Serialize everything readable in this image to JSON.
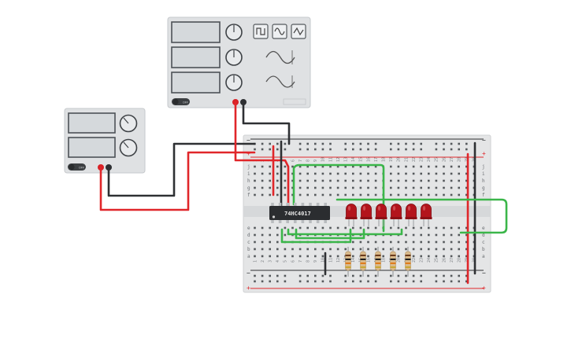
{
  "chip": {
    "label": "74HC4017"
  },
  "power_supply": {
    "switch_label": "OFF"
  },
  "function_generator": {
    "switch_label": "OFF"
  },
  "breadboard": {
    "row_labels_top": [
      "j",
      "i",
      "h",
      "g",
      "f"
    ],
    "row_labels_bottom": [
      "e",
      "d",
      "c",
      "b",
      "a"
    ],
    "column_numbers": [
      "1",
      "2",
      "3",
      "4",
      "5",
      "6",
      "7",
      "8",
      "9",
      "10",
      "11",
      "12",
      "13",
      "14",
      "15",
      "16",
      "17",
      "18",
      "19",
      "20",
      "21",
      "22",
      "23",
      "24",
      "25",
      "26",
      "27",
      "28",
      "29",
      "30"
    ],
    "plus_sign": "+",
    "minus_sign": "−"
  },
  "leds": {
    "count": 6,
    "color": "#b3141c"
  },
  "resistors": {
    "count": 5
  },
  "colors": {
    "wire_red": "#e0262a",
    "wire_black": "#2e3033",
    "wire_green": "#3bb64a",
    "rail_red": "#e0262a",
    "rail_blue": "#2e3033"
  },
  "icons": [
    "square-wave-icon",
    "sine-wave-icon",
    "triangle-wave-icon",
    "sine-amplitude-icon",
    "sine-offset-icon"
  ]
}
